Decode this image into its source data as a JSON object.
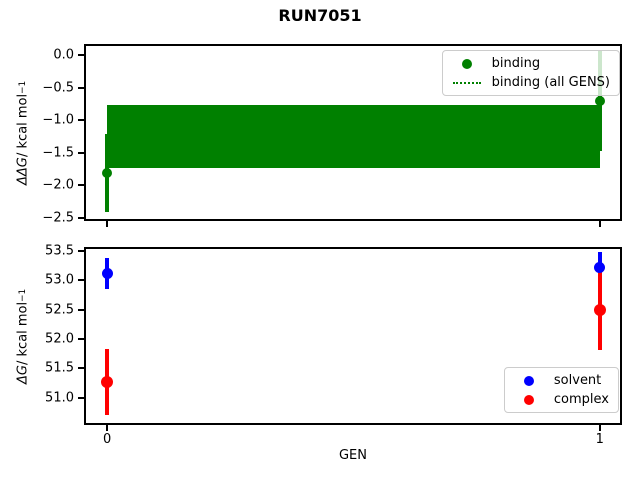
{
  "title": "RUN7051",
  "xlabel": "GEN",
  "axis_labels": {
    "top": {
      "math": "ΔΔG",
      "units": " / kcal mol",
      "sup": "−1"
    },
    "bottom": {
      "math": "ΔG",
      "units": " / kcal mol",
      "sup": "−1"
    }
  },
  "colors": {
    "binding": "#008000",
    "solvent": "#0000ff",
    "complex": "#ff0000",
    "legend_border": "#cccccc",
    "axes": "#000000"
  },
  "chart_data": [
    {
      "type": "scatter",
      "title": "RUN7051",
      "ylabel": "ΔΔG / kcal mol⁻¹",
      "xlabel": "",
      "x": [
        0,
        1
      ],
      "series": [
        {
          "name": "binding",
          "color": "#008000",
          "marker": "dot",
          "markersize": 10,
          "barwidth": 4,
          "y": [
            -1.81,
            -0.7
          ],
          "yerr": [
            0.6,
            0.78
          ]
        }
      ],
      "band": {
        "name": "binding (all GENS)",
        "color": "#008000",
        "linestyle": "dotted",
        "x": [
          0,
          1
        ],
        "center": -1.25,
        "y_high": -0.76,
        "y_low": -1.73
      },
      "xlim": [
        -0.043,
        1.041
      ],
      "ylim": [
        -2.52,
        0.14
      ],
      "yticks": [
        0.0,
        -0.5,
        -1.0,
        -1.5,
        -2.0,
        -2.5
      ],
      "ytick_labels": [
        "0.0",
        "−0.5",
        "−1.0",
        "−1.5",
        "−2.0",
        "−2.5"
      ],
      "xticks": [
        0,
        1
      ],
      "xtick_labels": [
        "",
        ""
      ],
      "grid": false,
      "legend_position": "upper right",
      "legend_entries": [
        "binding",
        "binding (all GENS)"
      ]
    },
    {
      "type": "scatter",
      "title": "",
      "ylabel": "ΔG / kcal mol⁻¹",
      "xlabel": "GEN",
      "x": [
        0,
        1
      ],
      "series": [
        {
          "name": "solvent",
          "color": "#0000ff",
          "marker": "dot",
          "markersize": 11,
          "barwidth": 4,
          "y": [
            53.11,
            53.22
          ],
          "yerr": [
            0.26,
            0.26
          ]
        },
        {
          "name": "complex",
          "color": "#ff0000",
          "marker": "dot",
          "markersize": 12,
          "barwidth": 4,
          "y": [
            51.27,
            52.49
          ],
          "yerr": [
            0.56,
            0.67
          ]
        }
      ],
      "xlim": [
        -0.043,
        1.041
      ],
      "ylim": [
        50.57,
        53.53
      ],
      "yticks": [
        53.5,
        53.0,
        52.5,
        52.0,
        51.5,
        51.0
      ],
      "ytick_labels": [
        "53.5",
        "53.0",
        "52.5",
        "52.0",
        "51.5",
        "51.0"
      ],
      "xticks": [
        0,
        1
      ],
      "xtick_labels": [
        "0",
        "1"
      ],
      "grid": false,
      "legend_position": "lower right",
      "legend_entries": [
        "solvent",
        "complex"
      ]
    }
  ]
}
